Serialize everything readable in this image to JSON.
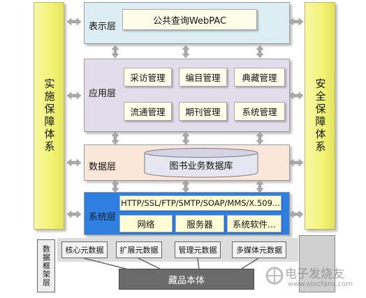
{
  "colors": {
    "pillar": "#f3f375",
    "presentation_layer": "#dceef3",
    "application_layer": "#e3dcea",
    "data_layer": "#fbe6da",
    "system_layer": "#2f7fe0",
    "collection_base": "#6b6b6b",
    "arrow": "#a9a9a9"
  },
  "left_pillar": {
    "label": "实施保障体系"
  },
  "right_pillar": {
    "label": "安全保障体系"
  },
  "presentation": {
    "label": "表示层",
    "box": "公共查询WebPAC"
  },
  "application": {
    "label": "应用层",
    "modules": [
      "采访管理",
      "编目管理",
      "典藏管理",
      "流通管理",
      "期刊管理",
      "系统管理"
    ]
  },
  "data": {
    "label": "数据层",
    "database": "图书业务数据库"
  },
  "system": {
    "label": "系统层",
    "protocols": "HTTP/SSL/FTP/SMTP/SOAP/MMS/X.509...",
    "components": [
      "网络",
      "服务器",
      "系统软件..."
    ]
  },
  "data_framework": {
    "label": "数据框架层",
    "metadata": [
      "核心元数据",
      "扩展元数据",
      "管理元数据",
      "多媒体元数据"
    ],
    "base": "藏品本体"
  },
  "watermark": {
    "brand": "电子发烧友",
    "url": "www.elecfans.com"
  }
}
